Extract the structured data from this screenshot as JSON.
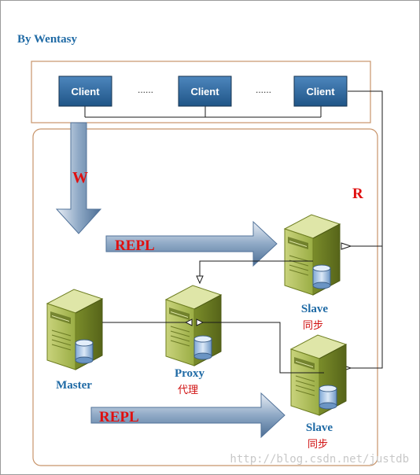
{
  "author": "By Wentasy",
  "clients": [
    "Client",
    "Client",
    "Client"
  ],
  "ellipsis": [
    "......",
    "......"
  ],
  "labels": {
    "write": "W",
    "read": "R",
    "repl_top": "REPL",
    "repl_bottom": "REPL"
  },
  "nodes": {
    "master": {
      "name": "Master"
    },
    "proxy": {
      "name": "Proxy",
      "sub": "代理"
    },
    "slave_top": {
      "name": "Slave",
      "sub": "同步"
    },
    "slave_bottom": {
      "name": "Slave",
      "sub": "同步"
    }
  },
  "watermark": "http://blog.csdn.net/justdb",
  "colors": {
    "author_text": "#1f6aa5",
    "red_text": "#e01010",
    "client_fill": "#2e6aa0",
    "container_border": "#c8946a",
    "arrow_fill": "#6d8fb5",
    "server_fill": "#93a83a"
  }
}
